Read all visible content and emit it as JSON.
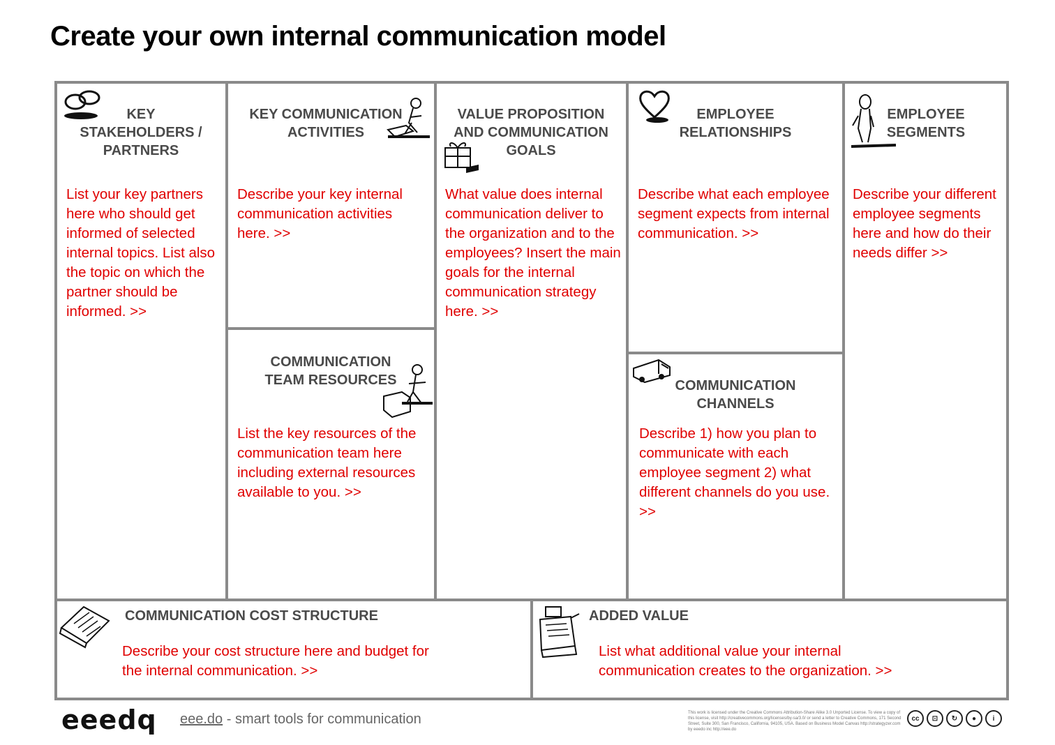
{
  "title": "Create your own internal communication model",
  "blocks": {
    "key_partners": {
      "heading": "KEY\nSTAKEHOLDERS /\nPARTNERS",
      "body": "List your key partners here who should get informed of selected internal topics. List also the topic on which the partner should be informed. >>"
    },
    "key_activities": {
      "heading": "KEY COMMUNICATION\nACTIVITIES",
      "body": "Describe your key internal communication activities here. >>"
    },
    "team_resources": {
      "heading": "COMMUNICATION\nTEAM RESOURCES",
      "body": "List the key resources of the communication team here including external resources available to you. >>"
    },
    "value_proposition": {
      "heading": "VALUE PROPOSITION\nAND COMMUNICATION\nGOALS",
      "body": "What value does internal communication deliver to the organization and to the employees? Insert the main goals for the internal communication strategy here. >>"
    },
    "employee_relationships": {
      "heading": "EMPLOYEE\nRELATIONSHIPS",
      "body": "Describe what each employee segment expects from internal communication. >>"
    },
    "channels": {
      "heading": "COMMUNICATION\nCHANNELS",
      "body": "Describe 1) how you plan to communicate with each employee segment 2) what different channels do you use. >>"
    },
    "employee_segments": {
      "heading": "EMPLOYEE\nSEGMENTS",
      "body": "Describe your different employee segments here and how do their needs differ >>"
    },
    "cost_structure": {
      "heading": "COMMUNICATION COST STRUCTURE",
      "body": "Describe your cost structure here and budget for the internal communication. >>"
    },
    "added_value": {
      "heading": "ADDED VALUE",
      "body": "List what additional value your internal communication creates to the organization. >>"
    }
  },
  "footer": {
    "logo": "eeedq",
    "link": "eee.do",
    "tagline": " - smart tools for communication",
    "license": "This work is licensed under the Creative Commons Attribution-Share Alike 3.0 Unported License. To view a copy of this license, visit http://creativecommons.org/licenses/by-sa/3.0/ or send a letter to Creative Commons, 171 Second Street, Suite 300, San Francisco, California, 94105, USA. Based on Business Model Canvas http://strategyzer.com by eeedo inc http://eee.do",
    "cc_icons": [
      "cc",
      "by",
      "sa",
      "nc",
      "info"
    ]
  }
}
